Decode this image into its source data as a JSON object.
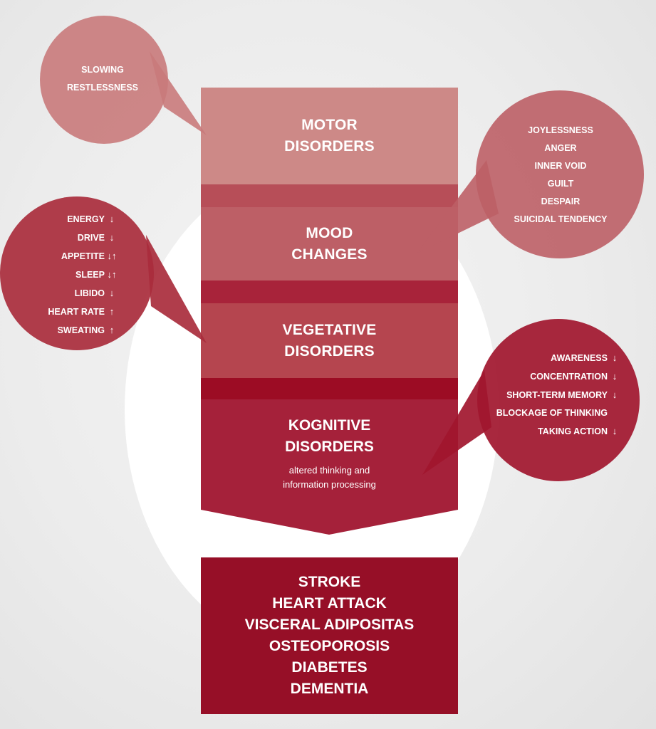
{
  "stages": {
    "motor": [
      "MOTOR",
      "DISORDERS"
    ],
    "mood": [
      "MOOD",
      "CHANGES"
    ],
    "vegetative": [
      "VEGETATIVE",
      "DISORDERS"
    ],
    "cognitive": [
      "KOGNITIVE",
      "DISORDERS"
    ],
    "cognitive_sub": [
      "altered thinking and",
      "information processing"
    ]
  },
  "bubbles": {
    "motor": [
      "SLOWING",
      "RESTLESSNESS"
    ],
    "mood": [
      "JOYLESSNESS",
      "ANGER",
      "INNER VOID",
      "GUILT",
      "DESPAIR",
      "SUICIDAL TENDENCY"
    ],
    "vegetative": [
      {
        "label": "ENERGY",
        "arrows": "↓"
      },
      {
        "label": "DRIVE",
        "arrows": "↓"
      },
      {
        "label": "APPETITE",
        "arrows": "↓↑"
      },
      {
        "label": "SLEEP",
        "arrows": "↓↑"
      },
      {
        "label": "LIBIDO",
        "arrows": "↓"
      },
      {
        "label": "HEART RATE",
        "arrows": "↑"
      },
      {
        "label": "SWEATING",
        "arrows": "↑"
      }
    ],
    "cognitive": [
      {
        "label": "AWARENESS",
        "arrows": "↓"
      },
      {
        "label": "CONCENTRATION",
        "arrows": "↓"
      },
      {
        "label": "SHORT-TERM MEMORY",
        "arrows": "↓"
      },
      {
        "label": "BLOCKAGE OF THINKING",
        "arrows": ""
      },
      {
        "label": "TAKING ACTION",
        "arrows": "↓"
      }
    ]
  },
  "outcomes": [
    "STROKE",
    "HEART ATTACK",
    "VISCERAL ADIPOSITAS",
    "OSTEOPOROSIS",
    "DIABETES",
    "DEMENTIA"
  ],
  "colors": {
    "motor": "#cd8987",
    "mood": "#bd5f66",
    "vegetative": "#b5454f",
    "cognitive": "#a5213a",
    "outcome": "#960f27"
  }
}
